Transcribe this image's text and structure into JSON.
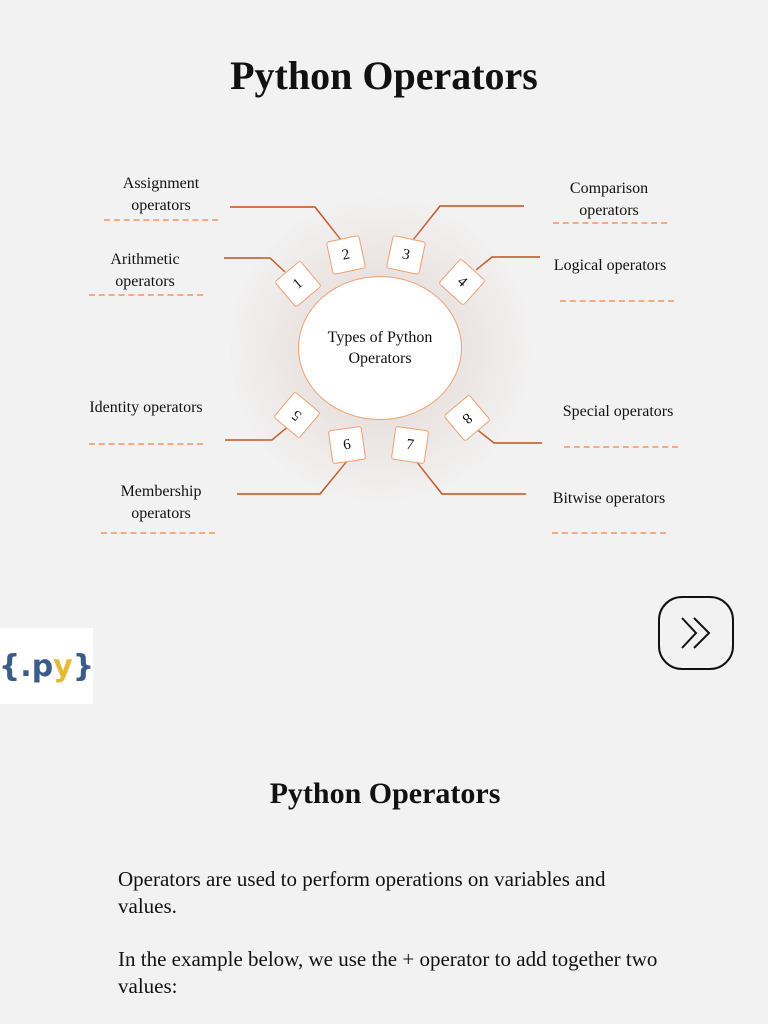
{
  "page_title": "Python Operators",
  "diagram": {
    "center_label": "Types of Python Operators",
    "line_color": "#c0501a",
    "accent_color": "#f0a070",
    "categories": [
      {
        "number": "1",
        "label": "Arithmetic operators"
      },
      {
        "number": "2",
        "label": "Assignment operators"
      },
      {
        "number": "3",
        "label": "Comparison operators"
      },
      {
        "number": "4",
        "label": "Logical operators"
      },
      {
        "number": "5",
        "label": "Identity operators"
      },
      {
        "number": "6",
        "label": "Membership operators"
      },
      {
        "number": "7",
        "label": "Bitwise operators"
      },
      {
        "number": "8",
        "label": "Special operators"
      }
    ]
  },
  "logo": {
    "brace_open": "{",
    "dot": ".",
    "p": "p",
    "y": "y",
    "brace_close": "}"
  },
  "next_button_icon": "double-chevron-right-icon",
  "section": {
    "title": "Python Operators",
    "paragraph_1": "Operators are used to perform operations on variables and values.",
    "paragraph_2": "In the example below, we use the + operator to add together two values:"
  }
}
